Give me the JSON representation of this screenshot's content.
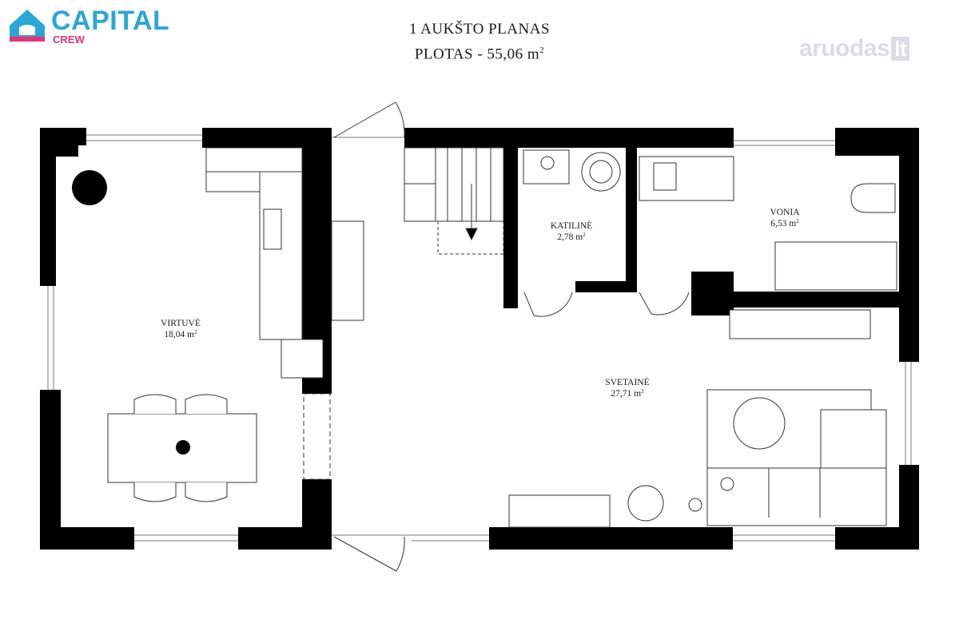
{
  "brand": {
    "name": "CAPITAL",
    "sub": "CREW"
  },
  "title": {
    "line1": "1 AUKŠTO PLANAS",
    "line2_prefix": "PLOTAS - 55,06 m",
    "line2_sup": "2"
  },
  "watermark": {
    "text": "aruodas",
    "suffix": "lt"
  },
  "rooms": [
    {
      "name": "VIRTUVĖ",
      "area": "18,04 m",
      "sup": "2"
    },
    {
      "name": "KATILINĖ",
      "area": "2,78 m",
      "sup": "2"
    },
    {
      "name": "VONIA",
      "area": "6,53 m",
      "sup": "2"
    },
    {
      "name": "SVETAINĖ",
      "area": "27,71 m",
      "sup": "2"
    }
  ],
  "colors": {
    "wall": "#000000",
    "brand_blue": "#2aa7d6",
    "brand_pink": "#e8336f",
    "watermark": "#d9dde2"
  }
}
